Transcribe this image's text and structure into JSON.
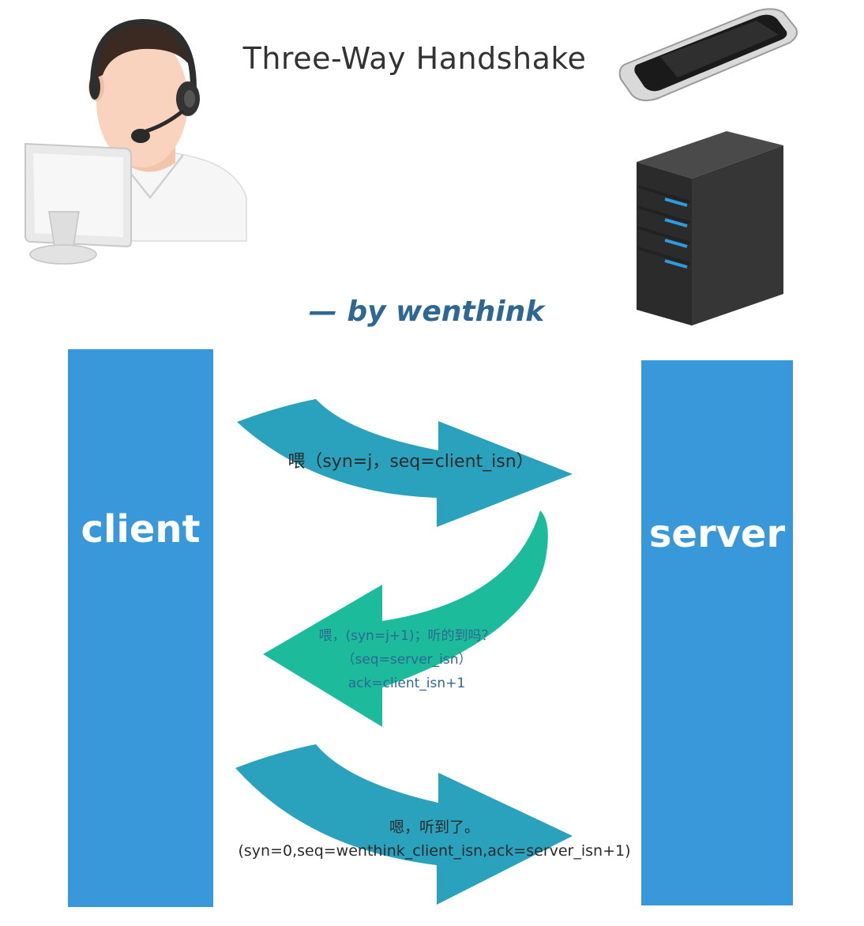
{
  "diagram": {
    "title": "Three-Way Handshake",
    "byline": "— by wenthink",
    "client_label": "client",
    "server_label": "server",
    "messages": [
      {
        "lines": [
          "喂（syn=j，seq=client_isn）"
        ]
      },
      {
        "lines": [
          "喂，(syn=j+1)；听的到吗？",
          "（seq=server_isn）",
          "ack=client_isn+1"
        ]
      },
      {
        "lines": [
          "嗯，听到了。",
          "(syn=0,seq=wenthink_client_isn,ack=server_isn+1)"
        ]
      }
    ]
  },
  "colors": {
    "column": "#3898da",
    "arrow_forward": "#2ba2bd",
    "arrow_back": "#1bbb9b",
    "byline": "#2e6792",
    "title": "#333333"
  },
  "icons": [
    "person-with-headset-icon",
    "computer-monitor-icon",
    "smartphone-icon",
    "server-tower-icon"
  ]
}
